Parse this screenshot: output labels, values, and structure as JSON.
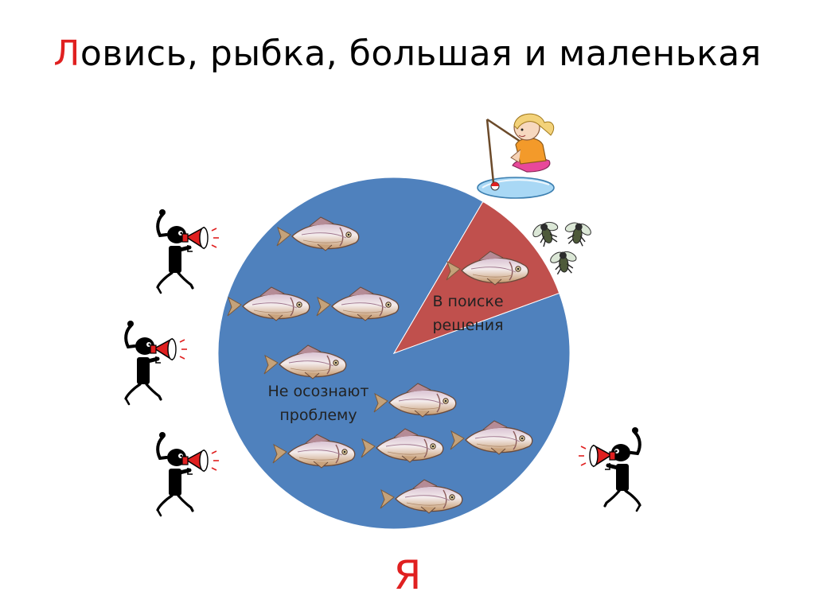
{
  "slide": {
    "title_first_letter": "Л",
    "title_rest": "овись, рыбка, большая и маленькая",
    "footer_letter": "Я"
  },
  "colors": {
    "accent": "#e02020",
    "unaware_slice": "#4f81bd",
    "seeking_slice": "#c0504d",
    "pond": "#a9d8f5"
  },
  "icons": [
    "fishing-girl-icon",
    "fly-icon",
    "megaphone-person-icon",
    "fish-icon"
  ],
  "chart_data": {
    "type": "pie",
    "title": "",
    "values": [
      89,
      11
    ],
    "labels": [
      "Не осознают проблему",
      "В поиске решения"
    ],
    "label_lines": [
      [
        "Не осознают",
        "проблему"
      ],
      [
        "В поиске",
        "решения"
      ]
    ],
    "colors": [
      "#4f81bd",
      "#c0504d"
    ],
    "legend": "none"
  }
}
